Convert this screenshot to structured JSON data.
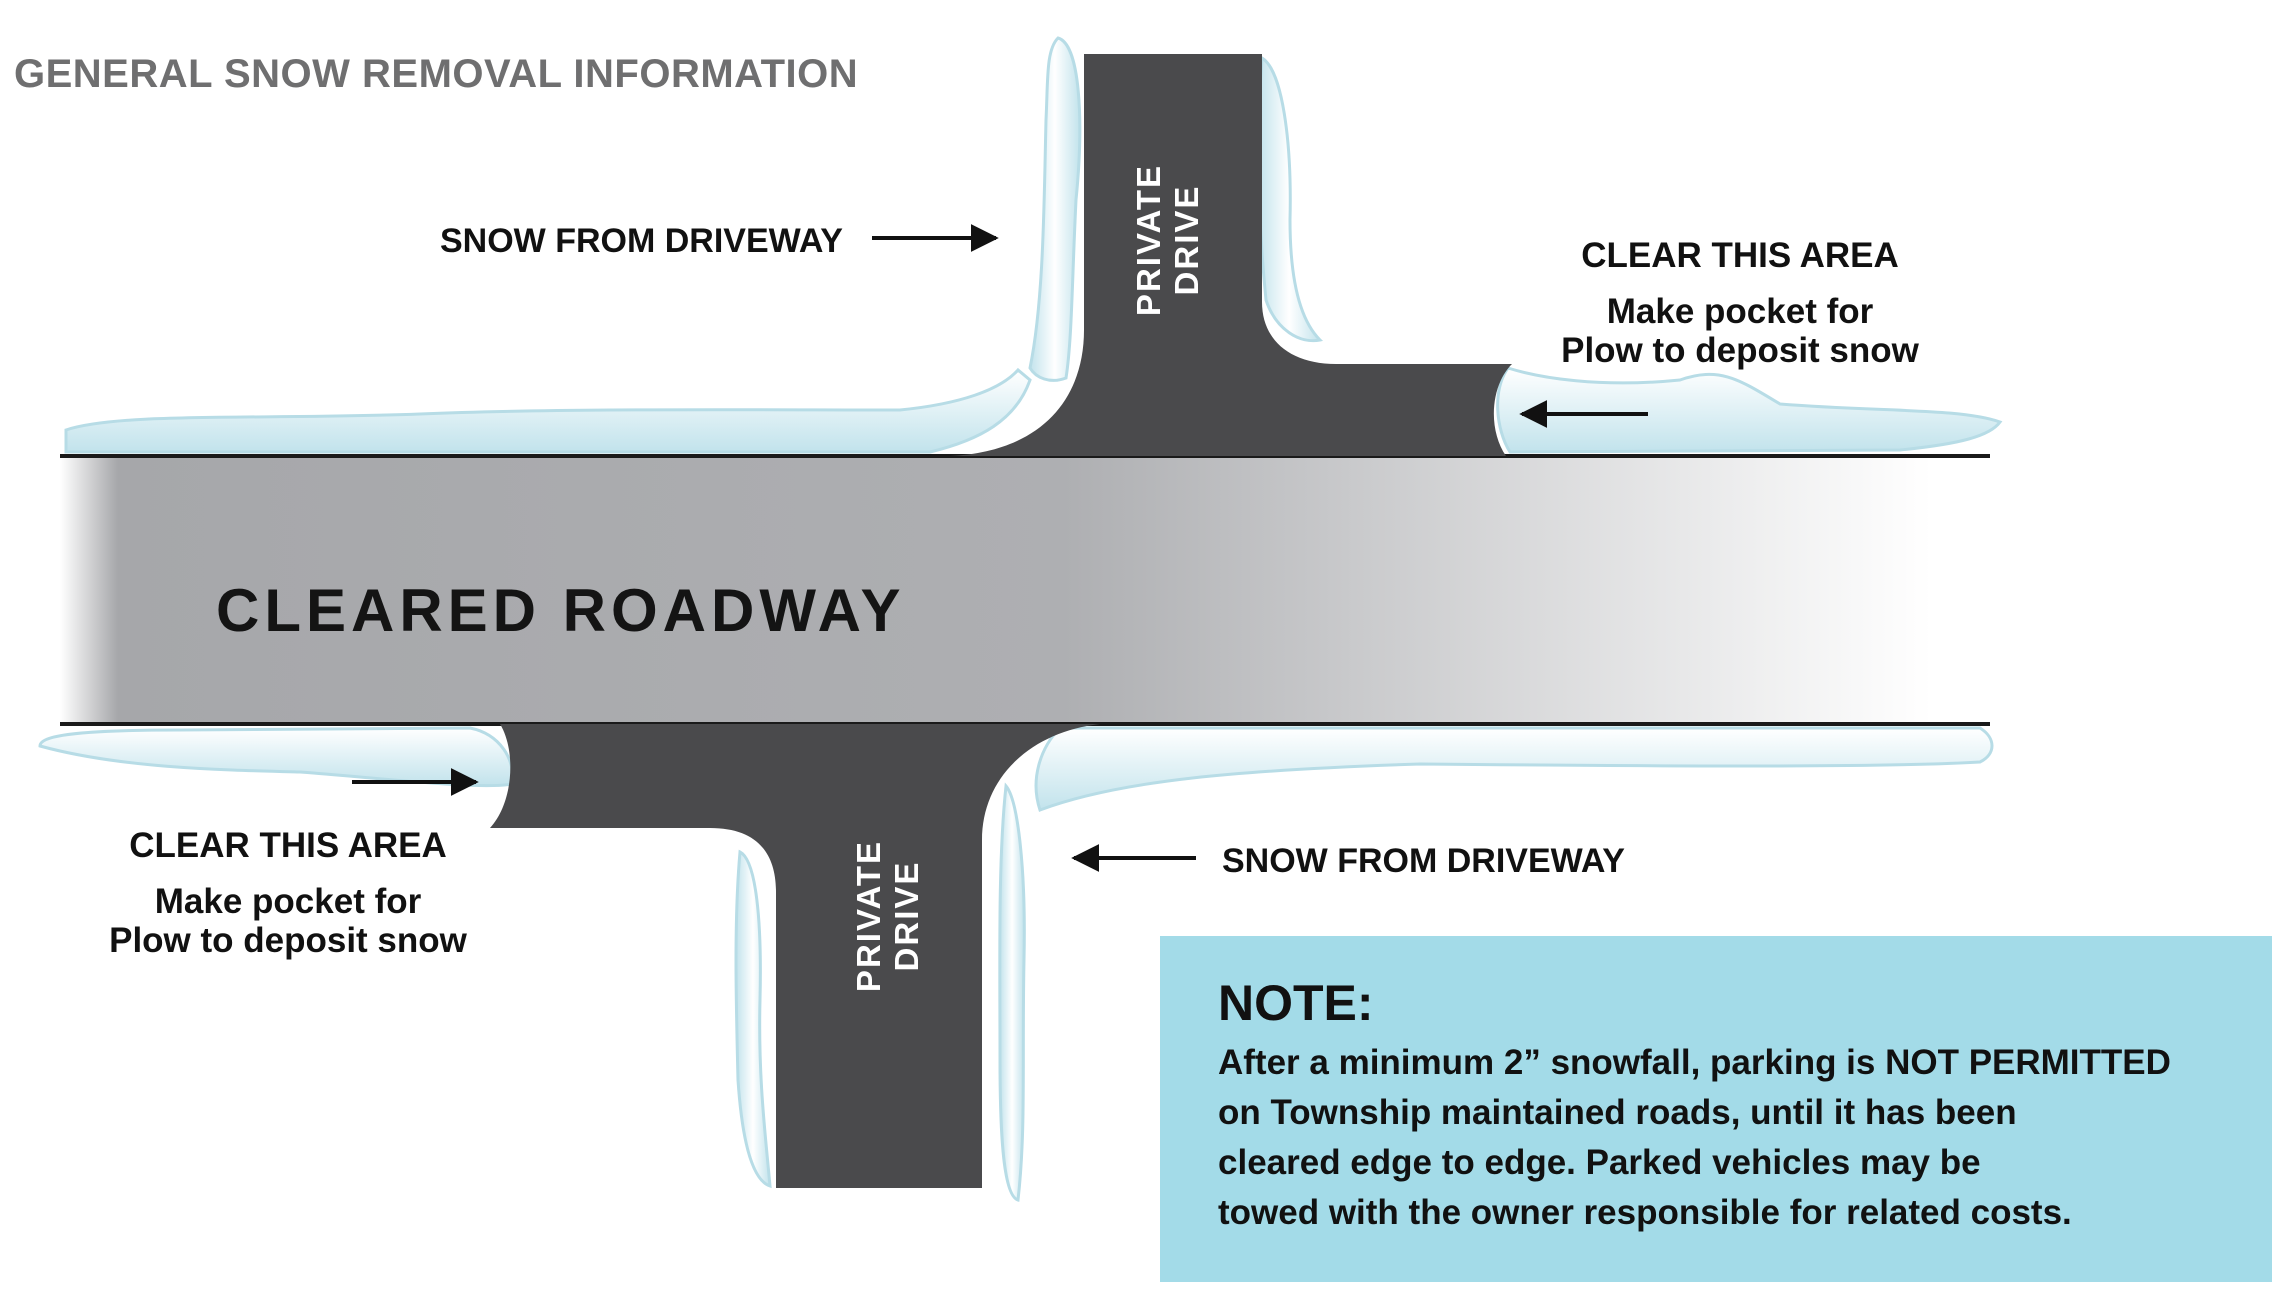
{
  "title": "GENERAL SNOW REMOVAL INFORMATION",
  "roadway": {
    "label": "CLEARED ROADWAY"
  },
  "drives": {
    "top": {
      "line1": "PRIVATE",
      "line2": "DRIVE"
    },
    "bottom": {
      "line1": "PRIVATE",
      "line2": "DRIVE"
    }
  },
  "callouts": {
    "snow_top": "SNOW FROM DRIVEWAY",
    "snow_bottom": "SNOW FROM DRIVEWAY",
    "clear_top": {
      "title": "CLEAR THIS AREA",
      "line1": "Make pocket for",
      "line2": "Plow to deposit snow"
    },
    "clear_bottom": {
      "title": "CLEAR THIS AREA",
      "line1": "Make pocket for",
      "line2": "Plow to deposit snow"
    }
  },
  "note": {
    "title": "NOTE:",
    "lines": [
      "After a minimum 2” snowfall, parking is NOT PERMITTED",
      "on Township maintained roads, until it has been",
      "cleared edge to edge. Parked vehicles may be",
      "towed with the owner responsible for related costs."
    ]
  },
  "colors": {
    "asphalt": "#4a4a4c",
    "roadway_gradient": [
      "#a6a7aa",
      "#ffffff"
    ],
    "snow": "#dceff5",
    "snow_shadow": "#a8d3df",
    "note_background": "#a3dbe8",
    "title_text": "#6f6f70"
  }
}
